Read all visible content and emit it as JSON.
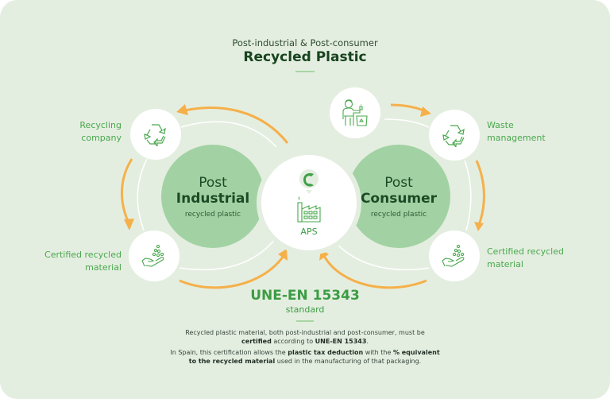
{
  "header": {
    "subtitle": "Post-industrial & Post-consumer",
    "title": "Recycled Plastic"
  },
  "center": {
    "brand_label": "APS",
    "brand_icon": "aps-helmet-logo-icon",
    "factory_icon": "factory-icon"
  },
  "left_circle": {
    "line1": "Post",
    "line2": "Industrial",
    "line3": "recycled plastic"
  },
  "right_circle": {
    "line1": "Post",
    "line2": "Consumer",
    "line3": "recycled plastic"
  },
  "nodes": [
    {
      "id": "recycling-company",
      "label_line1": "Recycling",
      "label_line2": "company",
      "icon": "recycle-icon"
    },
    {
      "id": "certified-left",
      "label_line1": "Certified recycled",
      "label_line2": "material",
      "icon": "hand-with-granules-icon"
    },
    {
      "id": "consumer",
      "icon": "person-disposing-bottle-icon"
    },
    {
      "id": "waste-management",
      "label_line1": "Waste",
      "label_line2": "management",
      "icon": "recycle-icon"
    },
    {
      "id": "certified-right",
      "label_line1": "Certified recycled",
      "label_line2": "material",
      "icon": "hand-with-granules-icon"
    }
  ],
  "standard": {
    "title": "UNE-EN 15343",
    "subtitle": "standard"
  },
  "description": {
    "p1_a": "Recycled plastic material, both post-industrial and post-consumer, must be",
    "p1_b_bold": "certified",
    "p1_c": " according to ",
    "p1_d_bold": "UNE-EN 15343",
    "p1_e": ".",
    "p2_a": "In Spain, this certification allows the ",
    "p2_b_bold": "plastic tax deduction",
    "p2_c": " with the ",
    "p2_d_bold": "% equivalent",
    "p2_e_bold": "to the recycled material",
    "p2_f": " used in the manufacturing of that packaging."
  },
  "colors": {
    "background": "#e4eee0",
    "accent_green": "#4aa84e",
    "dark_green": "#17431f",
    "circle_green": "#a2d2a3",
    "arrow_orange": "#f5b04a"
  }
}
